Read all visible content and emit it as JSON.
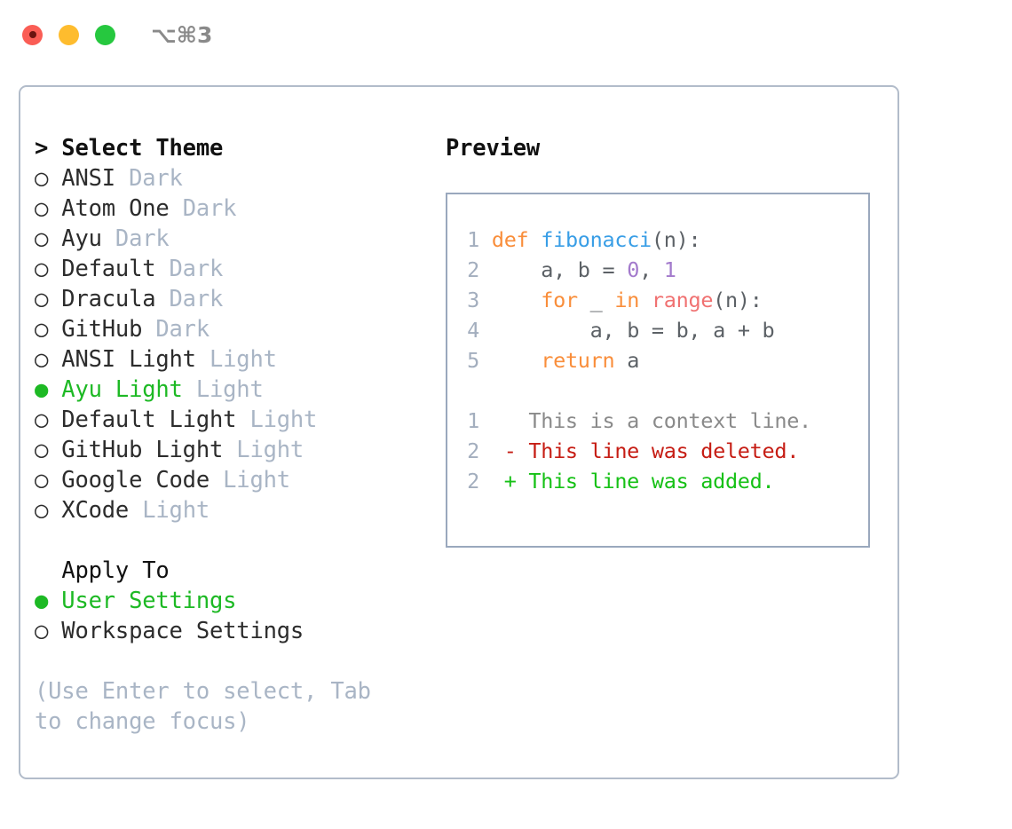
{
  "window": {
    "title": "⌥⌘3",
    "traffic_lights": [
      "close-red",
      "minimize-amber",
      "maximize-green"
    ]
  },
  "theme_picker": {
    "heading": "> Select Theme",
    "selected_marker": "●",
    "unselected_marker": "○",
    "selected_color": "#1db924",
    "tag_color": "#a9b5c5",
    "items": [
      {
        "marker": "○",
        "label": "ANSI",
        "tag": "Dark",
        "selected": false
      },
      {
        "marker": "○",
        "label": "Atom One",
        "tag": "Dark",
        "selected": false
      },
      {
        "marker": "○",
        "label": "Ayu",
        "tag": "Dark",
        "selected": false
      },
      {
        "marker": "○",
        "label": "Default",
        "tag": "Dark",
        "selected": false
      },
      {
        "marker": "○",
        "label": "Dracula",
        "tag": "Dark",
        "selected": false
      },
      {
        "marker": "○",
        "label": "GitHub",
        "tag": "Dark",
        "selected": false
      },
      {
        "marker": "○",
        "label": "ANSI Light",
        "tag": "Light",
        "selected": false
      },
      {
        "marker": "●",
        "label": "Ayu Light",
        "tag": "Light",
        "selected": true
      },
      {
        "marker": "○",
        "label": "Default Light",
        "tag": "Light",
        "selected": false
      },
      {
        "marker": "○",
        "label": "GitHub Light",
        "tag": "Light",
        "selected": false
      },
      {
        "marker": "○",
        "label": "Google Code",
        "tag": "Light",
        "selected": false
      },
      {
        "marker": "○",
        "label": "XCode",
        "tag": "Light",
        "selected": false
      }
    ]
  },
  "apply_to": {
    "heading": "Apply To",
    "items": [
      {
        "marker": "●",
        "label": "User Settings",
        "selected": true
      },
      {
        "marker": "○",
        "label": "Workspace Settings",
        "selected": false
      }
    ]
  },
  "hint": "(Use Enter to select, Tab to change focus)",
  "preview": {
    "heading": "Preview",
    "code_lines": [
      {
        "num": "1",
        "tokens": [
          {
            "t": "def",
            "c": "kw"
          },
          {
            "t": " ",
            "c": "id"
          },
          {
            "t": "fibonacci",
            "c": "fn"
          },
          {
            "t": "(n):",
            "c": "id"
          }
        ]
      },
      {
        "num": "2",
        "tokens": [
          {
            "t": "    a, b = ",
            "c": "id"
          },
          {
            "t": "0",
            "c": "num"
          },
          {
            "t": ", ",
            "c": "id"
          },
          {
            "t": "1",
            "c": "num"
          }
        ]
      },
      {
        "num": "3",
        "tokens": [
          {
            "t": "    ",
            "c": "id"
          },
          {
            "t": "for",
            "c": "kw"
          },
          {
            "t": " _ ",
            "c": "id"
          },
          {
            "t": "in",
            "c": "kw"
          },
          {
            "t": " ",
            "c": "id"
          },
          {
            "t": "range",
            "c": "call"
          },
          {
            "t": "(n):",
            "c": "id"
          }
        ]
      },
      {
        "num": "4",
        "tokens": [
          {
            "t": "        a, b = b, a + b",
            "c": "id"
          }
        ]
      },
      {
        "num": "5",
        "tokens": [
          {
            "t": "    ",
            "c": "id"
          },
          {
            "t": "return",
            "c": "kw"
          },
          {
            "t": " a",
            "c": "id"
          }
        ]
      }
    ],
    "diff_lines": [
      {
        "num": "1",
        "sign": " ",
        "text": "This is a context line.",
        "kind": "ctx"
      },
      {
        "num": "2",
        "sign": "-",
        "text": "This line was deleted.",
        "kind": "del"
      },
      {
        "num": "2",
        "sign": "+",
        "text": "This line was added.",
        "kind": "add"
      }
    ],
    "colors": {
      "keyword": "#f98e3b",
      "function": "#399ee6",
      "call": "#f07171",
      "number": "#a37acc",
      "identifier": "#5c6166",
      "line_number": "#a3aebe",
      "diff_context": "#8a8a8a",
      "diff_deleted": "#c61d14",
      "diff_added": "#16c116",
      "border": "#9aa8bd"
    }
  }
}
